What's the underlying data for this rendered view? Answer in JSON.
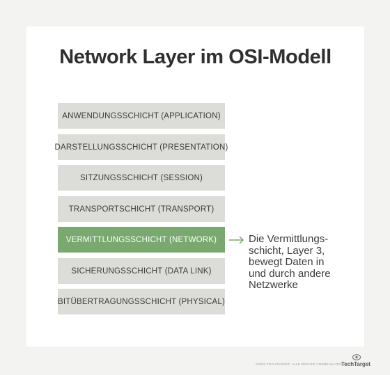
{
  "title": "Network Layer im OSI-Modell",
  "layers": [
    {
      "label": "ANWENDUNGSSCHICHT (APPLICATION)",
      "active": false
    },
    {
      "label": "DARSTELLUNGSSCHICHT (PRESENTATION)",
      "active": false
    },
    {
      "label": "SITZUNGSSCHICHT (SESSION)",
      "active": false
    },
    {
      "label": "TRANSPORTSCHICHT (TRANSPORT)",
      "active": false
    },
    {
      "label": "VERMITTLUNGSSCHICHT (NETWORK)",
      "active": true
    },
    {
      "label": "SICHERUNGSSCHICHT (DATA LINK)",
      "active": false
    },
    {
      "label": "BITÜBERTRAGUNGSSCHICHT (PHYSICAL)",
      "active": false
    }
  ],
  "description_lines": [
    "Die Vermittlungs-",
    "schicht, Layer 3,",
    "bewegt Daten in",
    "und durch andere",
    "Netzwerke"
  ],
  "footer": {
    "copyright": "©2022 TECHTARGET. ALLE RECHTE VORBEHALTEN.",
    "brand": "TechTarget"
  },
  "colors": {
    "layer_default": "#dcdcd8",
    "layer_active": "#7aa96f",
    "arrow": "#7aa96f"
  }
}
